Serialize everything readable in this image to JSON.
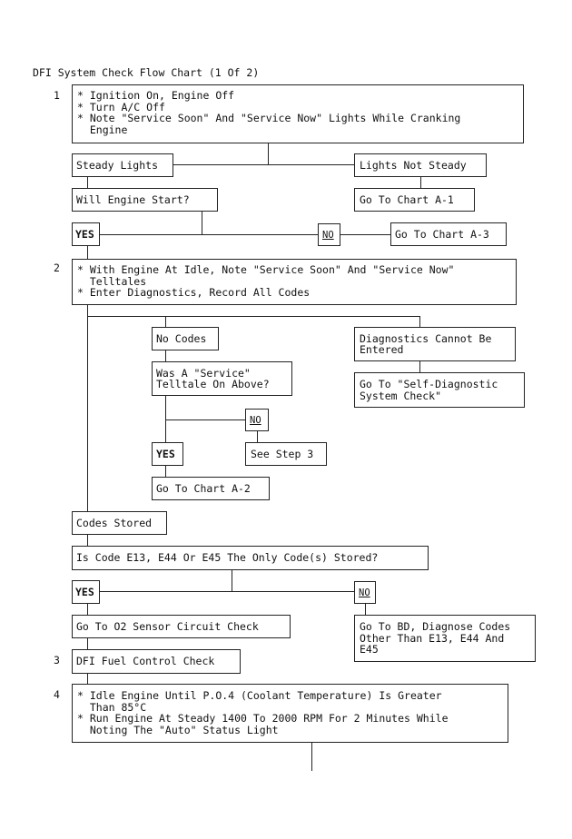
{
  "title": "DFI System Check Flow Chart (1 Of 2)",
  "step_numbers": {
    "s1": "1",
    "s2": "2",
    "s3": "3",
    "s4": "4"
  },
  "step1": [
    "* Ignition On, Engine Off",
    "* Turn A/C Off",
    "* Note \"Service Soon\" And \"Service Now\" Lights While Cranking",
    "  Engine"
  ],
  "steady_lights": "Steady Lights",
  "lights_not_steady": "Lights Not Steady",
  "will_engine_start": "Will Engine Start?",
  "go_chart_a1": "Go To Chart A-1",
  "yes": "YES",
  "no": "NO",
  "go_chart_a3": "Go To Chart A-3",
  "step2": [
    "* With Engine At Idle, Note \"Service Soon\" And \"Service Now\"",
    "  Telltales",
    "* Enter Diagnostics, Record All Codes"
  ],
  "no_codes": "No Codes",
  "diag_cannot": [
    "Diagnostics Cannot Be",
    "Entered"
  ],
  "was_service": [
    "Was A \"Service\"",
    "Telltale On Above?"
  ],
  "go_self_diag": [
    "Go To \"Self-Diagnostic",
    "System Check\""
  ],
  "see_step3": "See Step 3",
  "go_chart_a2": "Go To Chart A-2",
  "codes_stored": "Codes Stored",
  "is_code": "Is Code E13, E44 Or E45 The Only Code(s) Stored?",
  "go_o2": "Go To O2 Sensor Circuit Check",
  "go_bd": [
    "Go To BD, Diagnose Codes",
    "Other Than E13, E44 And",
    "E45"
  ],
  "dfi_fuel": "DFI Fuel Control Check",
  "step4": [
    "* Idle Engine Until P.O.4 (Coolant Temperature) Is Greater",
    "  Than 85°C",
    "* Run Engine At Steady 1400 To 2000 RPM For 2 Minutes While",
    "  Noting The \"Auto\" Status Light"
  ]
}
